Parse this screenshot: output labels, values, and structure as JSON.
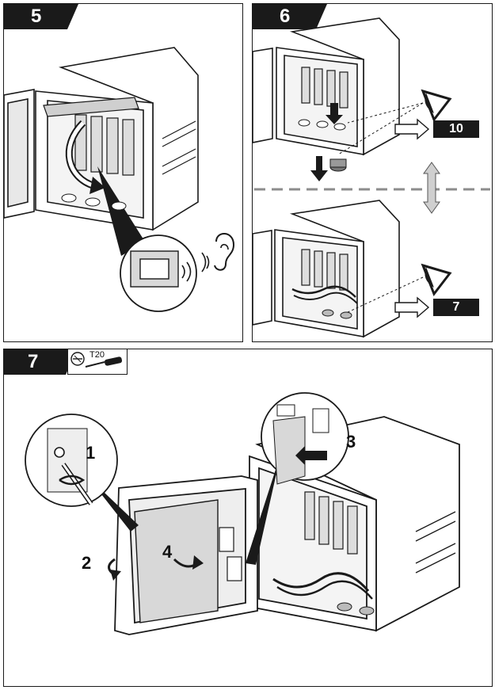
{
  "steps": {
    "five": {
      "number": "5"
    },
    "six": {
      "number": "6",
      "refs": [
        "10",
        "7"
      ]
    },
    "seven": {
      "number": "7",
      "tool": "T20",
      "callouts": [
        "1",
        "2",
        "3",
        "4"
      ]
    }
  },
  "colors": {
    "ink": "#1a1a1a",
    "panel_grey": "#d8d8d8",
    "dash_grey": "#8c8c8c"
  },
  "icons": [
    "ear-icon",
    "eye-icon",
    "screwdriver-icon",
    "arrow-right-icon",
    "arrow-down-icon",
    "double-arrow-icon"
  ]
}
